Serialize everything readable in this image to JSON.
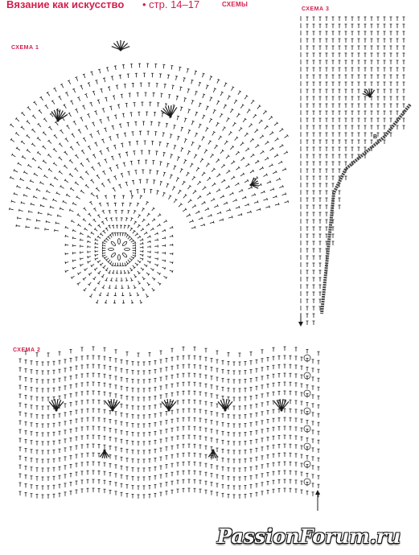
{
  "header": {
    "magazine": "Вязание как искусство",
    "pages": "• стр. 14–17",
    "kind": "СХЕМЫ"
  },
  "schemes": {
    "scheme1_label": "СХЕМА 1",
    "scheme2_label": "СХЕМА 2",
    "scheme3_label": "СХЕМА 3",
    "scheme3_marker": "B"
  },
  "watermark": "PassionForum.ru",
  "colors": {
    "accent": "#d21e4c",
    "ink": "#1a1a1a",
    "background": "#ffffff"
  }
}
